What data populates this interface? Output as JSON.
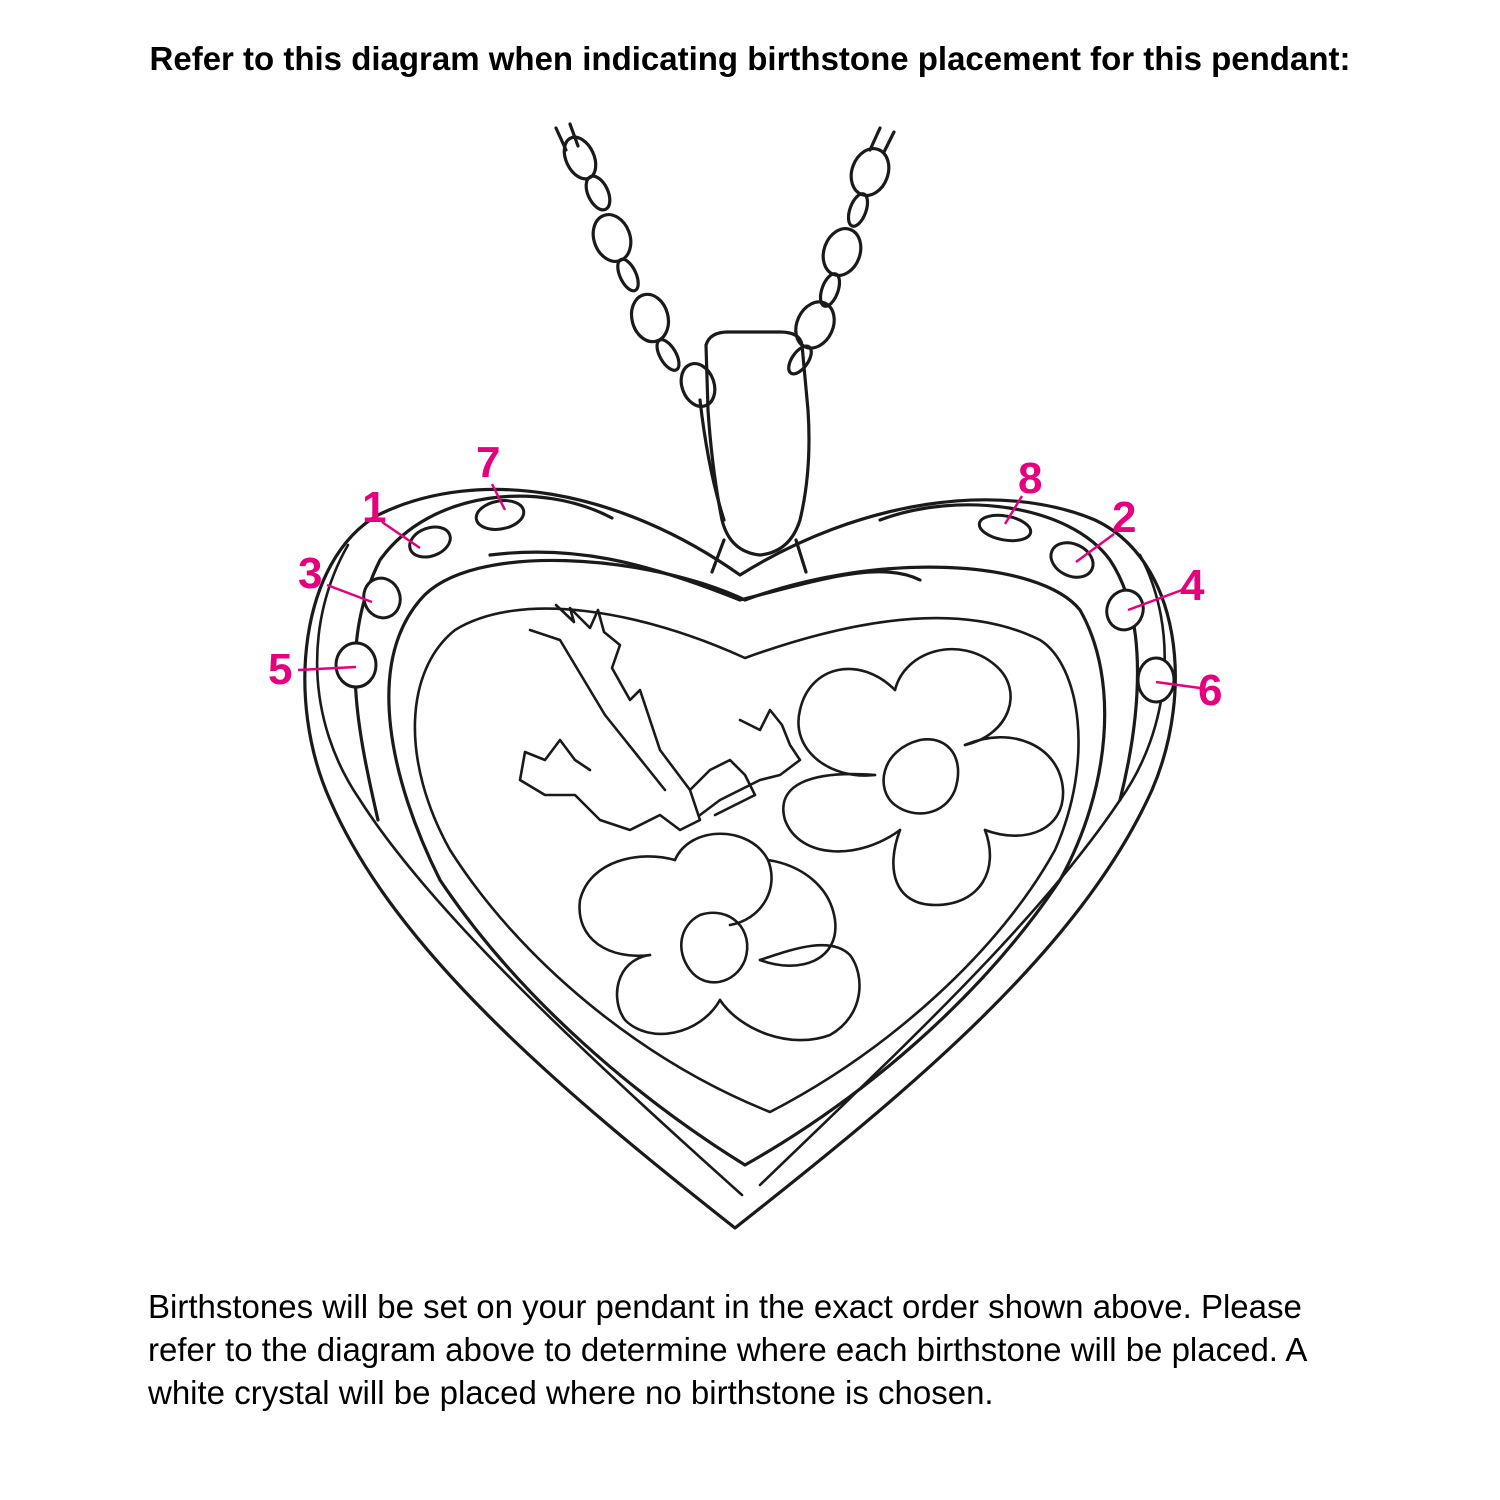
{
  "title": "Refer to this diagram when indicating birthstone placement for this pendant:",
  "instructions": "Birthstones will be set on your pendant in the exact order shown above. Please refer to the diagram above to determine where each birthstone will be placed. A white crystal will be placed where no birthstone is chosen.",
  "accent_color": "#e6007e",
  "stone_labels": [
    "1",
    "2",
    "3",
    "4",
    "5",
    "6",
    "7",
    "8"
  ]
}
